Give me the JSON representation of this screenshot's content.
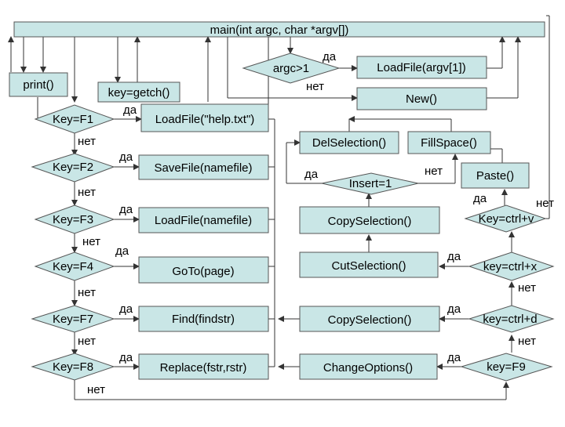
{
  "colors": {
    "fill": "#c9e6e6",
    "stroke": "#555555",
    "line": "#333333"
  },
  "main_box": "main(int argc, char *argv[])",
  "boxes": {
    "print": "print()",
    "getch": "key=getch()",
    "load_argv": "LoadFile(argv[1])",
    "new": "New()",
    "load_help": "LoadFile(\"help.txt\")",
    "save_file": "SaveFile(namefile)",
    "load_file": "LoadFile(namefile)",
    "goto": "GoTo(page)",
    "find": "Find(findstr)",
    "replace": "Replace(fstr,rstr)",
    "del_sel": "DelSelection()",
    "fill_space": "FillSpace()",
    "paste": "Paste()",
    "copy_sel_1": "CopySelection()",
    "cut_sel": "CutSelection()",
    "copy_sel_2": "CopySelection()",
    "change_opts": "ChangeOptions()"
  },
  "decisions": {
    "argc": "argc>1",
    "f1": "Key=F1",
    "f2": "Key=F2",
    "f3": "Key=F3",
    "f4": "Key=F4",
    "f7": "Key=F7",
    "f8": "Key=F8",
    "insert": "Insert=1",
    "ctrl_v": "Key=ctrl+v",
    "ctrl_x": "key=ctrl+x",
    "ctrl_d": "key=ctrl+d",
    "f9": "key=F9"
  },
  "labels": {
    "argc_yes": "да",
    "argc_no": "нет",
    "f1_yes": "да",
    "f1_no": "нет",
    "f2_yes": "да",
    "f2_no": "нет",
    "f3_yes": "да",
    "f3_no": "нет",
    "f4_yes": "да",
    "f4_no": "нет",
    "f7_yes": "да",
    "f7_no": "нет",
    "f8_yes": "да",
    "f8_no": "нет",
    "ins_yes": "да",
    "ins_no": "нет",
    "ctrlv_yes": "да",
    "ctrlv_no": "нет",
    "ctrlx_yes": "да",
    "ctrlx_no": "нет",
    "ctrld_yes": "да",
    "ctrld_no": "нет",
    "f9_yes": "да"
  }
}
